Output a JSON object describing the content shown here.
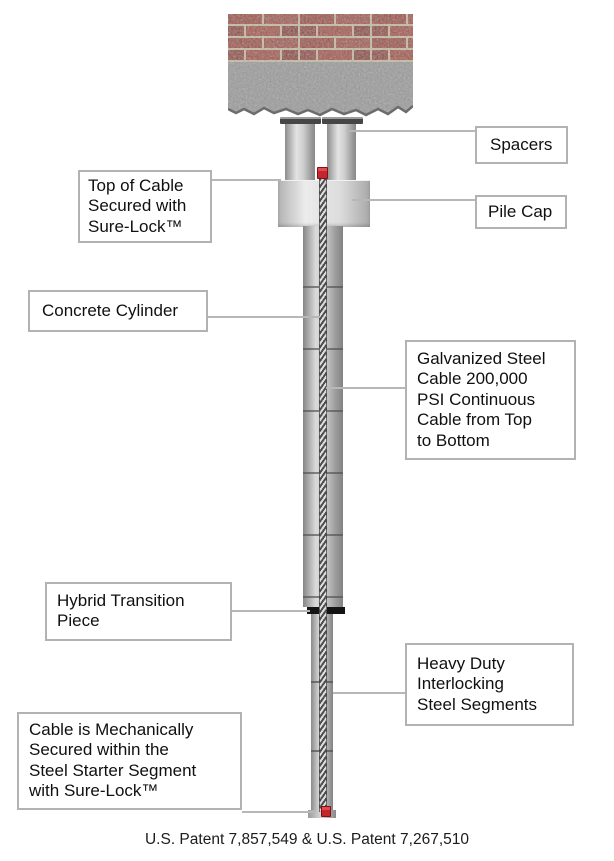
{
  "callouts": {
    "spacers": {
      "label": "Spacers"
    },
    "pile_cap": {
      "label": "Pile Cap"
    },
    "top_of_cable": {
      "lines": [
        "Top of Cable",
        "Secured with",
        "Sure-Lock™"
      ]
    },
    "concrete_cylinder": {
      "label": "Concrete Cylinder"
    },
    "galvanized_cable": {
      "lines": [
        "Galvanized Steel",
        "Cable 200,000",
        "PSI Continuous",
        "Cable from Top",
        "to Bottom"
      ]
    },
    "hybrid_transition": {
      "lines": [
        "Hybrid Transition",
        "Piece"
      ]
    },
    "heavy_duty": {
      "lines": [
        "Heavy Duty",
        "Interlocking",
        "Steel Segments"
      ]
    },
    "cable_secured": {
      "lines": [
        "Cable is Mechanically",
        "Secured within the",
        "Steel Starter Segment",
        "with Sure-Lock™"
      ]
    }
  },
  "footer": {
    "patent_text": "U.S. Patent 7,857,549 & U.S. Patent 7,267,510"
  },
  "colors": {
    "brick": "#9d4a3c",
    "mortar": "#c7bca2",
    "concrete": "#9b9b9b",
    "steel_light": "#dedede",
    "steel_dark": "#868686",
    "sure_lock_red": "#c1272d",
    "transition_black": "#141414",
    "leader_line": "#b7b7b7",
    "callout_border": "#b2b2b2"
  }
}
